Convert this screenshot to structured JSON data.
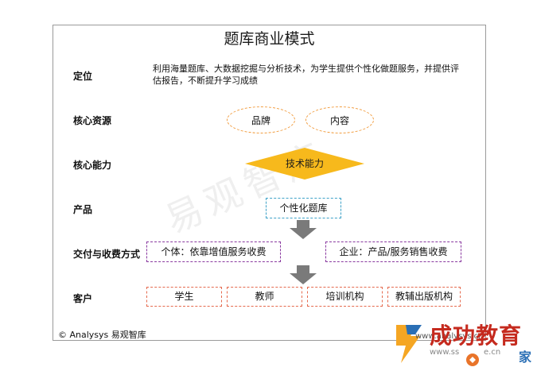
{
  "title": "题库商业模式",
  "rows": {
    "positioning": "定位",
    "resources": "核心资源",
    "capability": "核心能力",
    "product": "产品",
    "delivery": "交付与收费方式",
    "customers": "客户"
  },
  "positioning_text": "利用海量题库、大数据挖掘与分析技术，为学生提供个性化做题服务，并提供评估报告，不断提升学习成绩",
  "resources": [
    "品牌",
    "内容"
  ],
  "capability": "技术能力",
  "product": "个性化题库",
  "delivery": [
    "个体：依靠增值服务收费",
    "企业：产品/服务销售收费"
  ],
  "customers": [
    "学生",
    "教师",
    "培训机构",
    "教辅出版机构"
  ],
  "copyright": "© Analysys 易观智库",
  "watermark": "易观智库",
  "logo": {
    "name": "成功教育",
    "url_top": "www.analysys.cn",
    "url_bottom": "www.ss",
    "url_tail": "e.cn",
    "url_suffix": "家"
  },
  "colors": {
    "oval_border": "#f19b3c",
    "diamond_fill": "#f7b91c",
    "product_border": "#3ea2c8",
    "delivery_border": "#8a3aa0",
    "customer_border": "#e56a4e",
    "arrow": "#7a7a7a",
    "logo_red": "#c52a1e",
    "logo_blue": "#2a6fb5"
  }
}
